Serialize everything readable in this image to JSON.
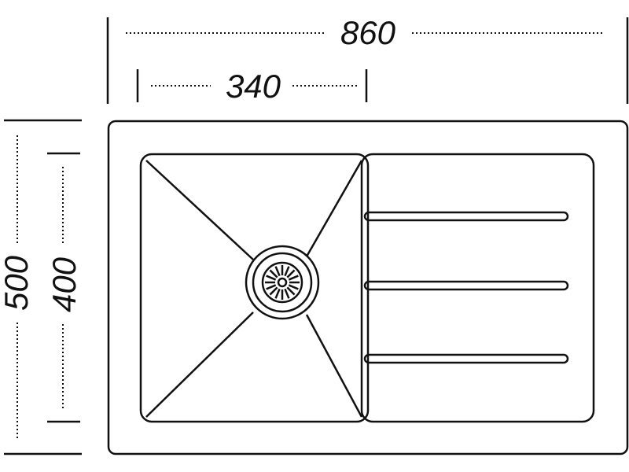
{
  "dimensions": {
    "overall_width": "860",
    "bowl_width": "340",
    "overall_depth": "500",
    "bowl_depth": "400"
  },
  "colors": {
    "line": "#111111",
    "background": "#ffffff"
  }
}
